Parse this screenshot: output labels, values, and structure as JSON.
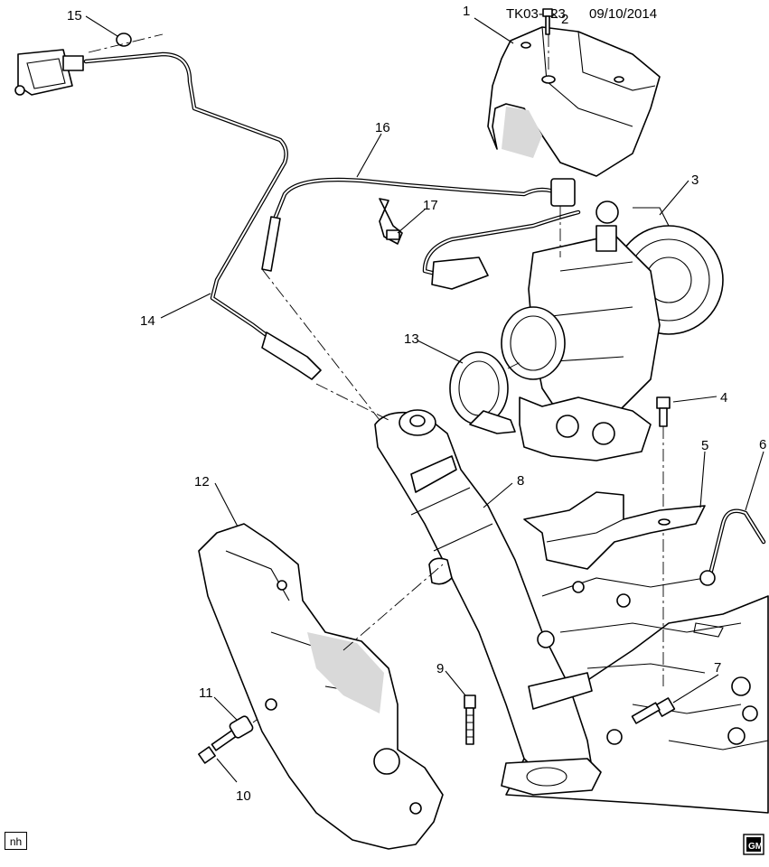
{
  "header": {
    "code": "TK03-423",
    "date": "09/10/2014"
  },
  "callouts": [
    {
      "id": "callout-1",
      "label": "1"
    },
    {
      "id": "callout-2",
      "label": "2"
    },
    {
      "id": "callout-3",
      "label": "3"
    },
    {
      "id": "callout-4",
      "label": "4"
    },
    {
      "id": "callout-5",
      "label": "5"
    },
    {
      "id": "callout-6",
      "label": "6"
    },
    {
      "id": "callout-7",
      "label": "7"
    },
    {
      "id": "callout-8",
      "label": "8"
    },
    {
      "id": "callout-9",
      "label": "9"
    },
    {
      "id": "callout-10",
      "label": "10"
    },
    {
      "id": "callout-11",
      "label": "11"
    },
    {
      "id": "callout-12",
      "label": "12"
    },
    {
      "id": "callout-13",
      "label": "13"
    },
    {
      "id": "callout-14",
      "label": "14"
    },
    {
      "id": "callout-15",
      "label": "15"
    },
    {
      "id": "callout-16",
      "label": "16"
    },
    {
      "id": "callout-17",
      "label": "17"
    }
  ],
  "footer": {
    "initials": "nh"
  },
  "logo": {
    "text": "GM",
    "icon": "gm-logo-icon"
  }
}
